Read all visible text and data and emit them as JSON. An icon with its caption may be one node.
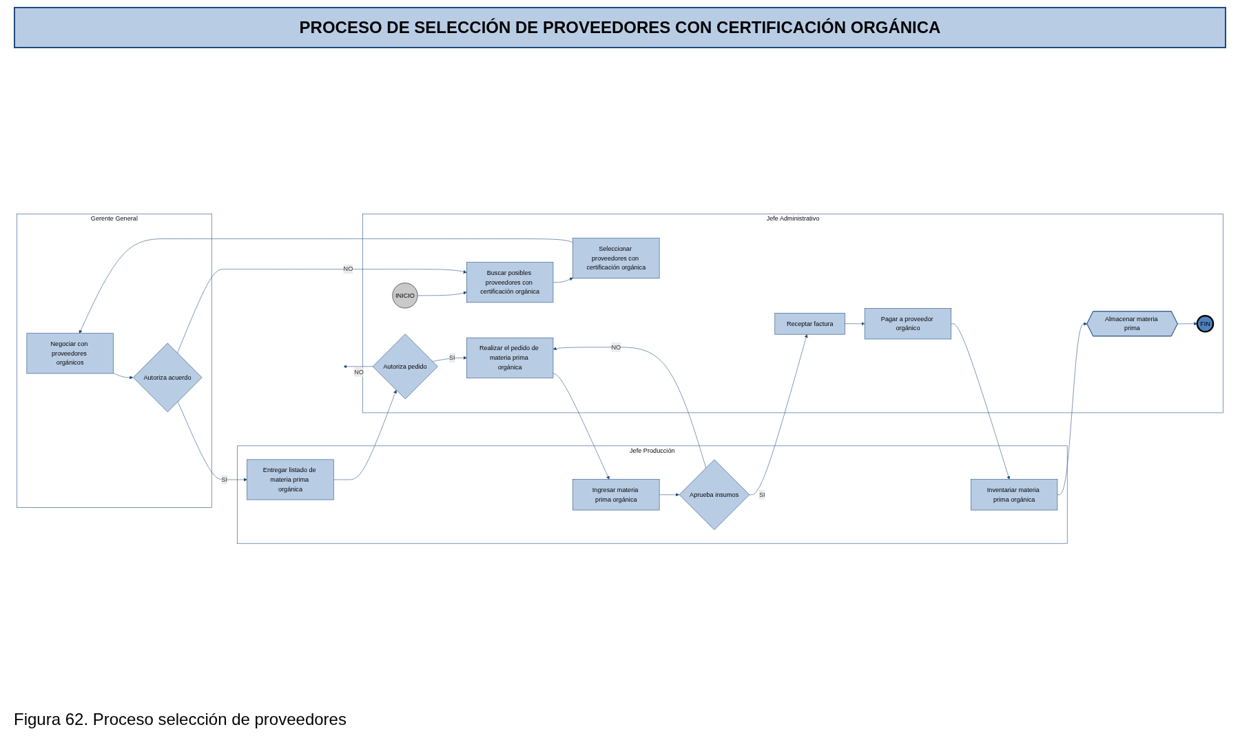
{
  "diagram": {
    "title": "PROCESO DE SELECCIÓN DE PROVEEDORES CON CERTIFICACIÓN ORGÁNICA",
    "caption": "Figura 62. Proceso selección de proveedores",
    "nodes": [
      {
        "text": [
          "Gerente General"
        ]
      },
      {
        "text": [
          "Jefe Administrativo"
        ]
      },
      {
        "text": [
          "Jefe Producción"
        ]
      },
      {
        "text": [
          "Negociar con proveedores orgánicos"
        ],
        "in": 0
      },
      {
        "text": [
          "Autoriza acuerdo"
        ],
        "in": 0
      },
      {
        "text": [
          "INICIO"
        ],
        "in": 1
      },
      {
        "text": [
          "Buscar posibles proveedores con certificación orgánica"
        ],
        "in": 1
      },
      {
        "text": [
          "Seleccionar proveedores con certificación orgánica"
        ],
        "in": 1
      },
      {
        "text": [
          "Autoriza pedido"
        ],
        "in": 1
      },
      {
        "text": [
          "Realizar el pedido de materia prima orgánica"
        ],
        "in": 1
      },
      {
        "text": [
          "Receptar factura"
        ],
        "in": 1
      },
      {
        "text": [
          "Pagar a proveedor orgánico"
        ],
        "in": 1
      },
      {
        "text": [
          "Almacenar materia prima"
        ],
        "in": 1
      },
      {
        "text": [
          "FIN"
        ],
        "in": 1
      },
      {
        "text": [
          "Entregar listado de materia prima orgánica"
        ],
        "in": 2
      },
      {
        "text": [
          "Ingresar materia prima orgánica"
        ],
        "in": 2
      },
      {
        "text": [
          "Aprueba insumos"
        ],
        "in": 2
      },
      {
        "text": [
          "Inventariar materia prima orgánica"
        ],
        "in": 2
      }
    ],
    "edges": [
      {
        "from": 5,
        "to": 6,
        "arrow": "to"
      },
      {
        "from": 6,
        "to": 7,
        "arrow": "to"
      },
      {
        "from": 7,
        "to": 3,
        "arrow": "to"
      },
      {
        "from": 3,
        "to": 4,
        "arrow": "to"
      },
      {
        "from": 4,
        "to": 6,
        "arrow": "to",
        "label": "NO"
      },
      {
        "from": 4,
        "to": 14,
        "arrow": "to",
        "label": "SI"
      },
      {
        "from": 14,
        "to": 8,
        "arrow": "to"
      },
      {
        "from": 8,
        "to": 9,
        "arrow": "to",
        "label": "SI"
      },
      {
        "from": 8,
        "to": null,
        "arrow": "to",
        "label": "NO"
      },
      {
        "from": 9,
        "to": 15,
        "arrow": "to"
      },
      {
        "from": 15,
        "to": 16,
        "arrow": "to"
      },
      {
        "from": 16,
        "to": 9,
        "arrow": "to",
        "label": "NO"
      },
      {
        "from": 16,
        "to": 10,
        "arrow": "to",
        "label": "SI"
      },
      {
        "from": 10,
        "to": 11,
        "arrow": "to"
      },
      {
        "from": 11,
        "to": 17,
        "arrow": "to"
      },
      {
        "from": 17,
        "to": 12,
        "arrow": "to"
      },
      {
        "from": 12,
        "to": 13,
        "arrow": "to"
      }
    ]
  }
}
